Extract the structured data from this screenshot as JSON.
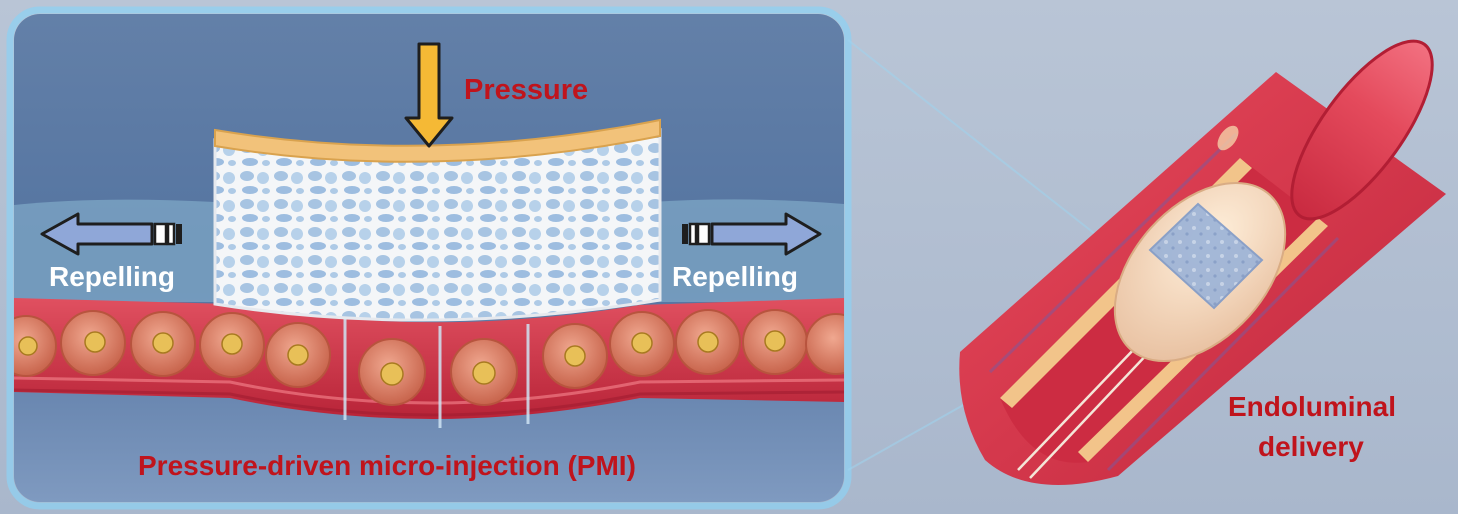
{
  "left_panel": {
    "pressure_label": "Pressure",
    "repel_left_label": "Repelling",
    "repel_right_label": "Repelling",
    "caption": "Pressure-driven micro-injection (PMI)"
  },
  "right_panel": {
    "label_line1": "Endoluminal",
    "label_line2": "delivery"
  },
  "colors": {
    "label_red": "#c0141c",
    "label_white": "#ffffff",
    "panel_blue": "#54729a",
    "arrow_yellow": "#f5b935",
    "arrow_blue": "#8fa7d8",
    "vessel_red": "#d8344a",
    "cell_orange": "#dc8b72",
    "scaffold_white": "#f4f6f8"
  }
}
